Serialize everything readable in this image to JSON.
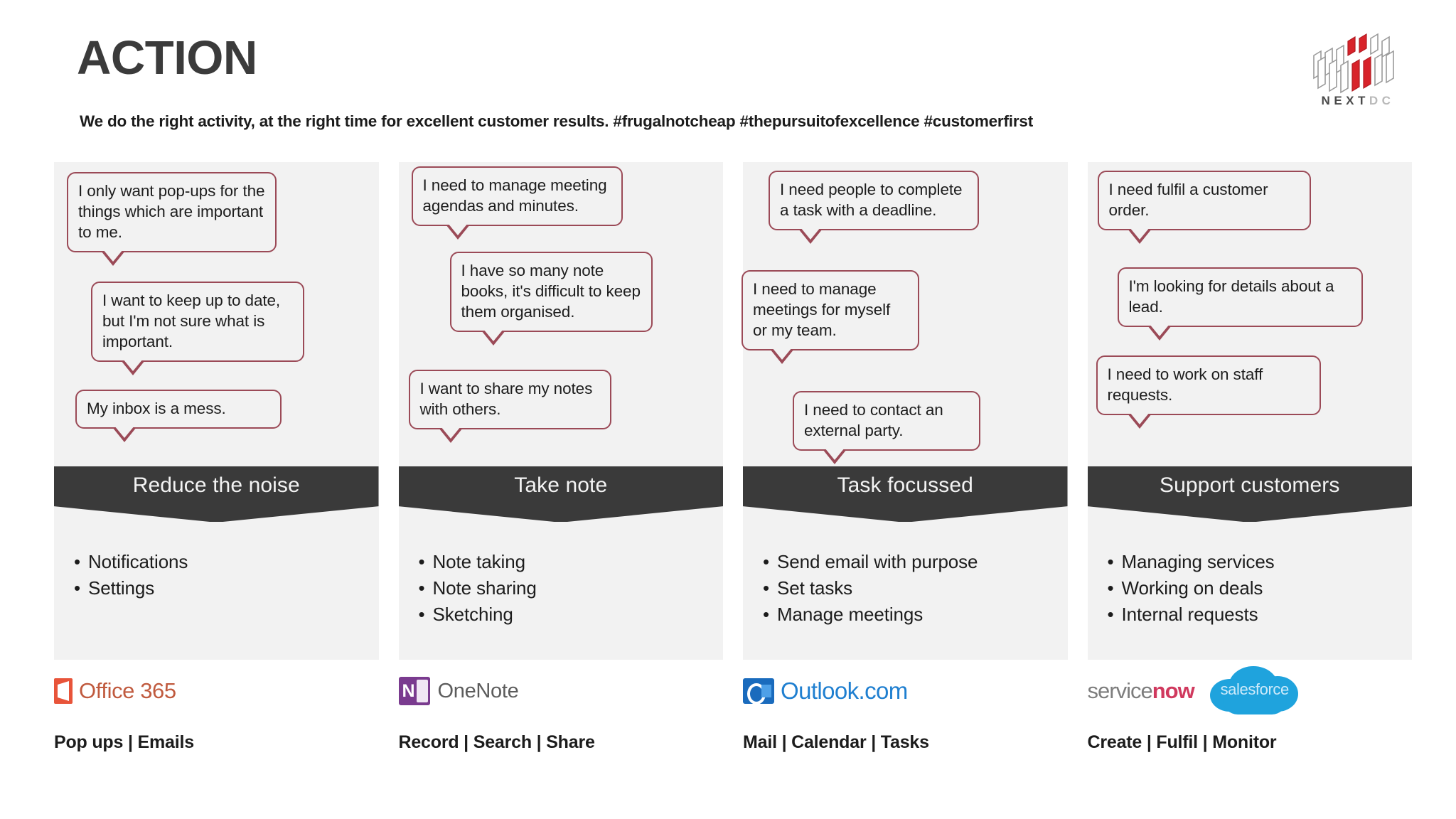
{
  "header": {
    "title": "ACTION",
    "subtitle": "We do the right activity, at the right time for excellent customer results. #frugalnotcheap #thepursuitofexcellence #customerfirst",
    "brand": {
      "name": "NEXTDC",
      "letters": [
        "N",
        "E",
        "X",
        "T",
        "D",
        "C"
      ],
      "accent_color": "#d8232a",
      "bar_color": "#8f8f8f"
    }
  },
  "columns": [
    {
      "id": "reduce-the-noise",
      "band_label": "Reduce the noise",
      "bubbles": [
        {
          "text": "I only want pop-ups for the things which are important to me."
        },
        {
          "text": "I want to keep up to date, but I'm not sure what is important."
        },
        {
          "text": "My inbox is a mess."
        }
      ],
      "bullets": [
        "Notifications",
        "Settings"
      ],
      "logos": [
        "office-365"
      ],
      "logo_labels": {
        "office_365": "Office 365"
      },
      "caption": "Pop ups | Emails"
    },
    {
      "id": "take-note",
      "band_label": "Take note",
      "bubbles": [
        {
          "text": "I need to manage meeting agendas and minutes."
        },
        {
          "text": "I have so many note books, it's difficult to keep them organised."
        },
        {
          "text": "I want to share my notes with others."
        }
      ],
      "bullets": [
        "Note taking",
        "Note sharing",
        "Sketching"
      ],
      "logos": [
        "onenote"
      ],
      "logo_labels": {
        "onenote": "OneNote"
      },
      "caption": "Record | Search | Share"
    },
    {
      "id": "task-focussed",
      "band_label": "Task focussed",
      "bubbles": [
        {
          "text": "I need people to complete a task with a deadline."
        },
        {
          "text": "I need to manage meetings for myself or my team."
        },
        {
          "text": "I need to contact an external party."
        }
      ],
      "bullets": [
        "Send email with purpose",
        "Set tasks",
        "Manage meetings"
      ],
      "logos": [
        "outlook"
      ],
      "logo_labels": {
        "outlook": "Outlook.com"
      },
      "caption": "Mail  | Calendar | Tasks"
    },
    {
      "id": "support-customers",
      "band_label": "Support customers",
      "bubbles": [
        {
          "text": "I need fulfil a customer order."
        },
        {
          "text": "I'm looking for details about a lead."
        },
        {
          "text": "I need to work on staff requests."
        }
      ],
      "bullets": [
        "Managing services",
        "Working on deals",
        "Internal requests"
      ],
      "logos": [
        "servicenow",
        "salesforce"
      ],
      "logo_labels": {
        "servicenow_service": "service",
        "servicenow_now": "now",
        "salesforce": "salesforce"
      },
      "caption": "Create | Fulfil | Monitor"
    }
  ],
  "colors": {
    "bubble_border": "#9b4a57",
    "band_background": "#3a3a3a",
    "band_text": "#f3f3f3",
    "column_background": "#f2f2f2",
    "title_text": "#3b3b3b",
    "office_orange": "#e8543a",
    "onenote_purple": "#7a3b8f",
    "outlook_blue": "#1f7fd0",
    "servicenow_red": "#d0395e",
    "salesforce_blue": "#1fa3dd"
  }
}
